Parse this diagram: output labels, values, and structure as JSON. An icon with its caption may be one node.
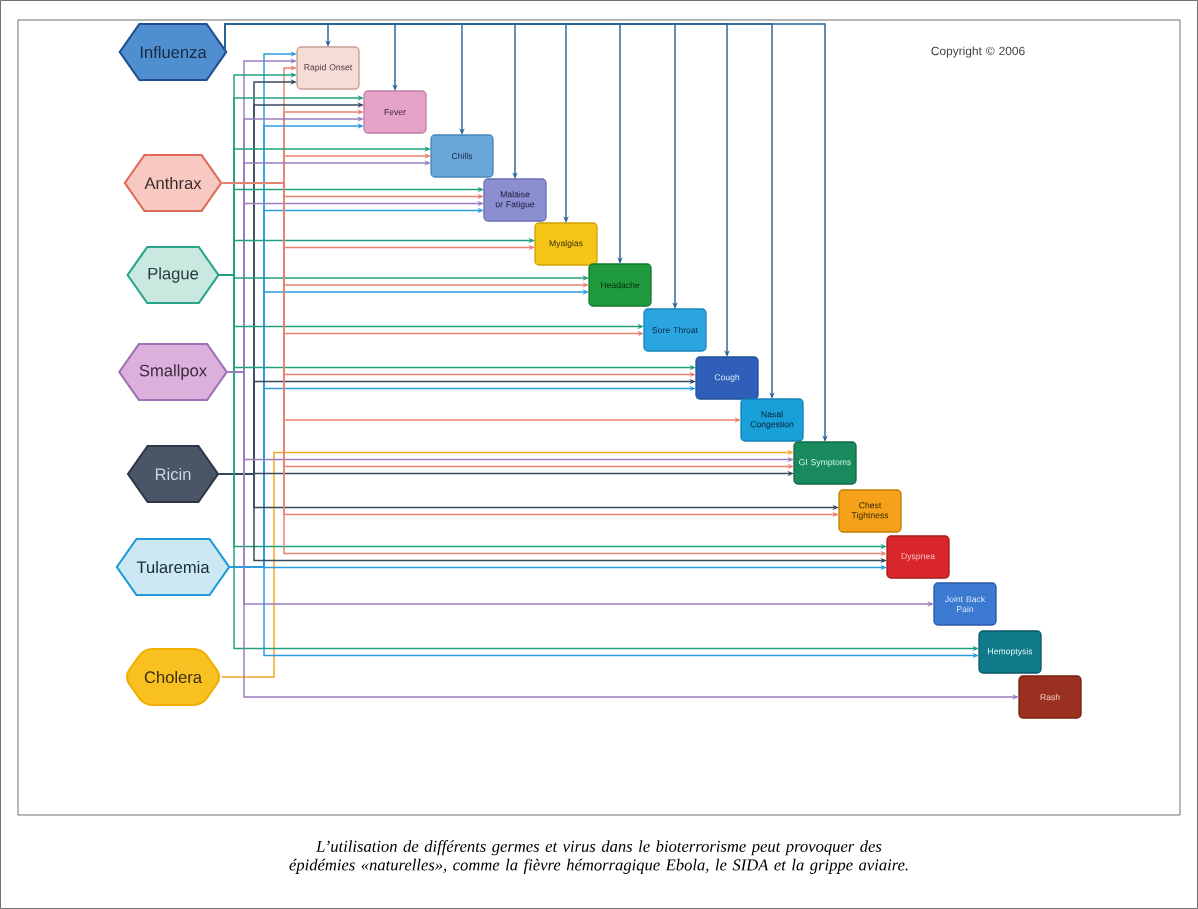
{
  "diagram": {
    "caption": "L’utilisation de différents germes et virus dans le bioterrorisme peut provoquer des épidémies «naturelles», comme la fièvre hémorragique Ebola, le SIDA et la grippe aviaire.",
    "nodes": [
      {
        "text": [
          "Influenza"
        ]
      },
      {
        "text": [
          "Anthrax"
        ]
      },
      {
        "text": [
          "Plague"
        ]
      },
      {
        "text": [
          "Smallpox"
        ]
      },
      {
        "text": [
          "Ricin"
        ]
      },
      {
        "text": [
          "Tularemia"
        ]
      },
      {
        "text": [
          "Cholera"
        ]
      },
      {
        "text": [
          "Rapid Onset"
        ]
      },
      {
        "text": [
          "Fever"
        ]
      },
      {
        "text": [
          "Chills"
        ]
      },
      {
        "text": [
          "Malaise or Fatigue"
        ]
      },
      {
        "text": [
          "Myalgias"
        ]
      },
      {
        "text": [
          "Headache"
        ]
      },
      {
        "text": [
          "Sore Throat"
        ]
      },
      {
        "text": [
          "Cough"
        ]
      },
      {
        "text": [
          "Nasal Congestion"
        ]
      },
      {
        "text": [
          "GI Symptoms"
        ]
      },
      {
        "text": [
          "Chest Tightness"
        ]
      },
      {
        "text": [
          "Dyspnea"
        ]
      },
      {
        "text": [
          "Joint Back Pain"
        ]
      },
      {
        "text": [
          "Hemoptysis"
        ]
      },
      {
        "text": [
          "Rash"
        ]
      }
    ],
    "edges": [
      {
        "from": 0,
        "to": 7,
        "arrow": "to",
        "color": "#2a6496"
      },
      {
        "from": 0,
        "to": 8,
        "arrow": "to",
        "color": "#2a6496"
      },
      {
        "from": 0,
        "to": 9,
        "arrow": "to",
        "color": "#2a6496"
      },
      {
        "from": 0,
        "to": 10,
        "arrow": "to",
        "color": "#2a6496"
      },
      {
        "from": 0,
        "to": 11,
        "arrow": "to",
        "color": "#2a6496"
      },
      {
        "from": 0,
        "to": 12,
        "arrow": "to",
        "color": "#2a6496"
      },
      {
        "from": 0,
        "to": 13,
        "arrow": "to",
        "color": "#2a6496"
      },
      {
        "from": 0,
        "to": 14,
        "arrow": "to",
        "color": "#2a6496"
      },
      {
        "from": 0,
        "to": 15,
        "arrow": "to",
        "color": "#2a6496"
      },
      {
        "from": 0,
        "to": 16,
        "arrow": "to",
        "color": "#2a6496"
      },
      {
        "from": 5,
        "to": 7,
        "arrow": "to",
        "color": "#2d9be0"
      },
      {
        "from": 3,
        "to": 7,
        "arrow": "to",
        "color": "#9b7cc0"
      },
      {
        "from": 1,
        "to": 7,
        "arrow": "to",
        "color": "#e8836f"
      },
      {
        "from": 2,
        "to": 7,
        "arrow": "to",
        "color": "#20a080"
      },
      {
        "from": 4,
        "to": 7,
        "arrow": "to",
        "color": "#34495e"
      },
      {
        "from": 2,
        "to": 8,
        "arrow": "to",
        "color": "#20a080"
      },
      {
        "from": 4,
        "to": 8,
        "arrow": "to",
        "color": "#34495e"
      },
      {
        "from": 1,
        "to": 8,
        "arrow": "to",
        "color": "#e8836f"
      },
      {
        "from": 3,
        "to": 8,
        "arrow": "to",
        "color": "#9b7cc0"
      },
      {
        "from": 5,
        "to": 8,
        "arrow": "to",
        "color": "#2d9be0"
      },
      {
        "from": 2,
        "to": 9,
        "arrow": "to",
        "color": "#20a080"
      },
      {
        "from": 1,
        "to": 9,
        "arrow": "to",
        "color": "#e8836f"
      },
      {
        "from": 3,
        "to": 9,
        "arrow": "to",
        "color": "#9b7cc0"
      },
      {
        "from": 2,
        "to": 10,
        "arrow": "to",
        "color": "#20a080"
      },
      {
        "from": 1,
        "to": 10,
        "arrow": "to",
        "color": "#e8836f"
      },
      {
        "from": 3,
        "to": 10,
        "arrow": "to",
        "color": "#9b7cc0"
      },
      {
        "from": 5,
        "to": 10,
        "arrow": "to",
        "color": "#2d9be0"
      },
      {
        "from": 2,
        "to": 11,
        "arrow": "to",
        "color": "#20a080"
      },
      {
        "from": 1,
        "to": 11,
        "arrow": "to",
        "color": "#e8836f"
      },
      {
        "from": 2,
        "to": 12,
        "arrow": "to",
        "color": "#20a080"
      },
      {
        "from": 1,
        "to": 12,
        "arrow": "to",
        "color": "#e8836f"
      },
      {
        "from": 5,
        "to": 12,
        "arrow": "to",
        "color": "#2d9be0"
      },
      {
        "from": 2,
        "to": 13,
        "arrow": "to",
        "color": "#20a080"
      },
      {
        "from": 1,
        "to": 13,
        "arrow": "to",
        "color": "#e8836f"
      },
      {
        "from": 2,
        "to": 14,
        "arrow": "to",
        "color": "#20a080"
      },
      {
        "from": 1,
        "to": 14,
        "arrow": "to",
        "color": "#e8836f"
      },
      {
        "from": 4,
        "to": 14,
        "arrow": "to",
        "color": "#34495e"
      },
      {
        "from": 5,
        "to": 14,
        "arrow": "to",
        "color": "#2d9be0"
      },
      {
        "from": 1,
        "to": 15,
        "arrow": "to",
        "color": "#e8836f"
      },
      {
        "from": 6,
        "to": 16,
        "arrow": "to",
        "color": "#f5a623"
      },
      {
        "from": 3,
        "to": 16,
        "arrow": "to",
        "color": "#9b7cc0"
      },
      {
        "from": 1,
        "to": 16,
        "arrow": "to",
        "color": "#e8836f"
      },
      {
        "from": 4,
        "to": 16,
        "arrow": "to",
        "color": "#34495e"
      },
      {
        "from": 4,
        "to": 17,
        "arrow": "to",
        "color": "#34495e"
      },
      {
        "from": 1,
        "to": 17,
        "arrow": "to",
        "color": "#e8836f"
      },
      {
        "from": 2,
        "to": 18,
        "arrow": "to",
        "color": "#20a080"
      },
      {
        "from": 1,
        "to": 18,
        "arrow": "to",
        "color": "#e8836f"
      },
      {
        "from": 4,
        "to": 18,
        "arrow": "to",
        "color": "#34495e"
      },
      {
        "from": 5,
        "to": 18,
        "arrow": "to",
        "color": "#2d9be0"
      },
      {
        "from": 3,
        "to": 19,
        "arrow": "to",
        "color": "#9b7cc0"
      },
      {
        "from": 2,
        "to": 20,
        "arrow": "to",
        "color": "#20a080"
      },
      {
        "from": 5,
        "to": 20,
        "arrow": "to",
        "color": "#2d9be0"
      },
      {
        "from": 3,
        "to": 21,
        "arrow": "to",
        "color": "#9b7cc0"
      }
    ],
    "labels": [
      "Copyright © 2006"
    ]
  }
}
